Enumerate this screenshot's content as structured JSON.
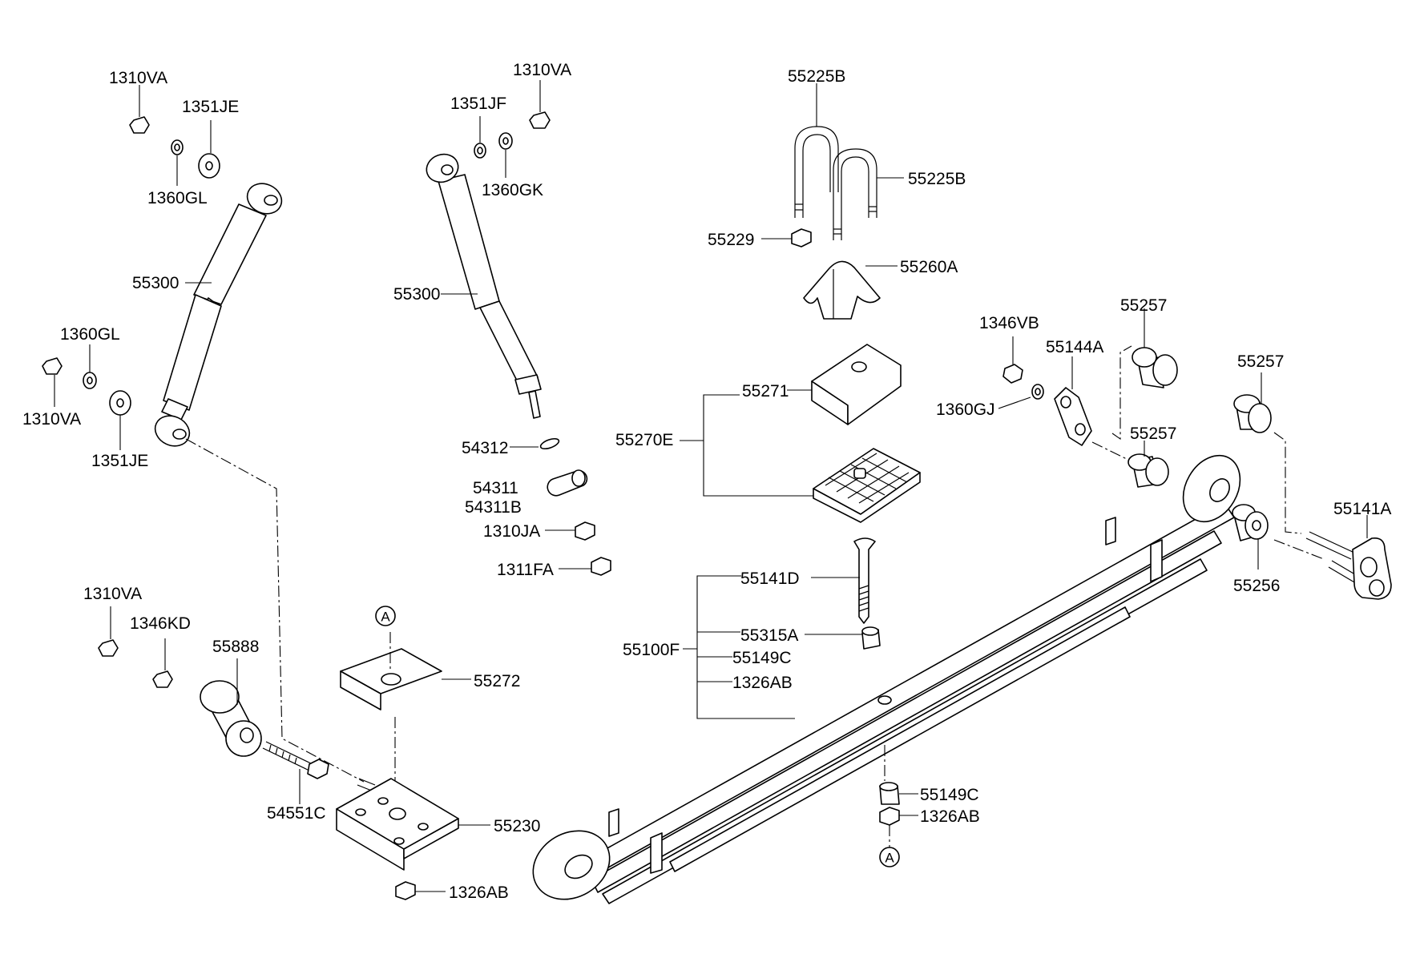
{
  "labels": {
    "p1310va_a": "1310VA",
    "p1351je_a": "1351JE",
    "p1360gl_a": "1360GL",
    "p55300_a": "55300",
    "p1360gl_b": "1360GL",
    "p1310va_b": "1310VA",
    "p1351je_b": "1351JE",
    "p1310va_c": "1310VA",
    "p1351jf": "1351JF",
    "p1360gk": "1360GK",
    "p55300_b": "55300",
    "p54312": "54312",
    "p54311": "54311",
    "p54311b": "54311B",
    "p1310ja": "1310JA",
    "p1311fa": "1311FA",
    "p55225b_a": "55225B",
    "p55225b_b": "55225B",
    "p55229": "55229",
    "p55260a": "55260A",
    "p55271": "55271",
    "p55270e": "55270E",
    "p1346vb": "1346VB",
    "p55144a": "55144A",
    "p55257_a": "55257",
    "p1360gj": "1360GJ",
    "p55257_b": "55257",
    "p55257_c": "55257",
    "p55141a": "55141A",
    "p55256": "55256",
    "p1310va_d": "1310VA",
    "p1346kd": "1346KD",
    "p55888": "55888",
    "p55272": "55272",
    "p54551c": "54551C",
    "p55230": "55230",
    "p1326ab_a": "1326AB",
    "p55141d": "55141D",
    "p55315a": "55315A",
    "p55100f": "55100F",
    "p55149c_a": "55149C",
    "p1326ab_b": "1326AB",
    "p55149c_b": "55149C",
    "p1326ab_c": "1326AB"
  },
  "refs": {
    "top": "A",
    "bottom": "A"
  }
}
